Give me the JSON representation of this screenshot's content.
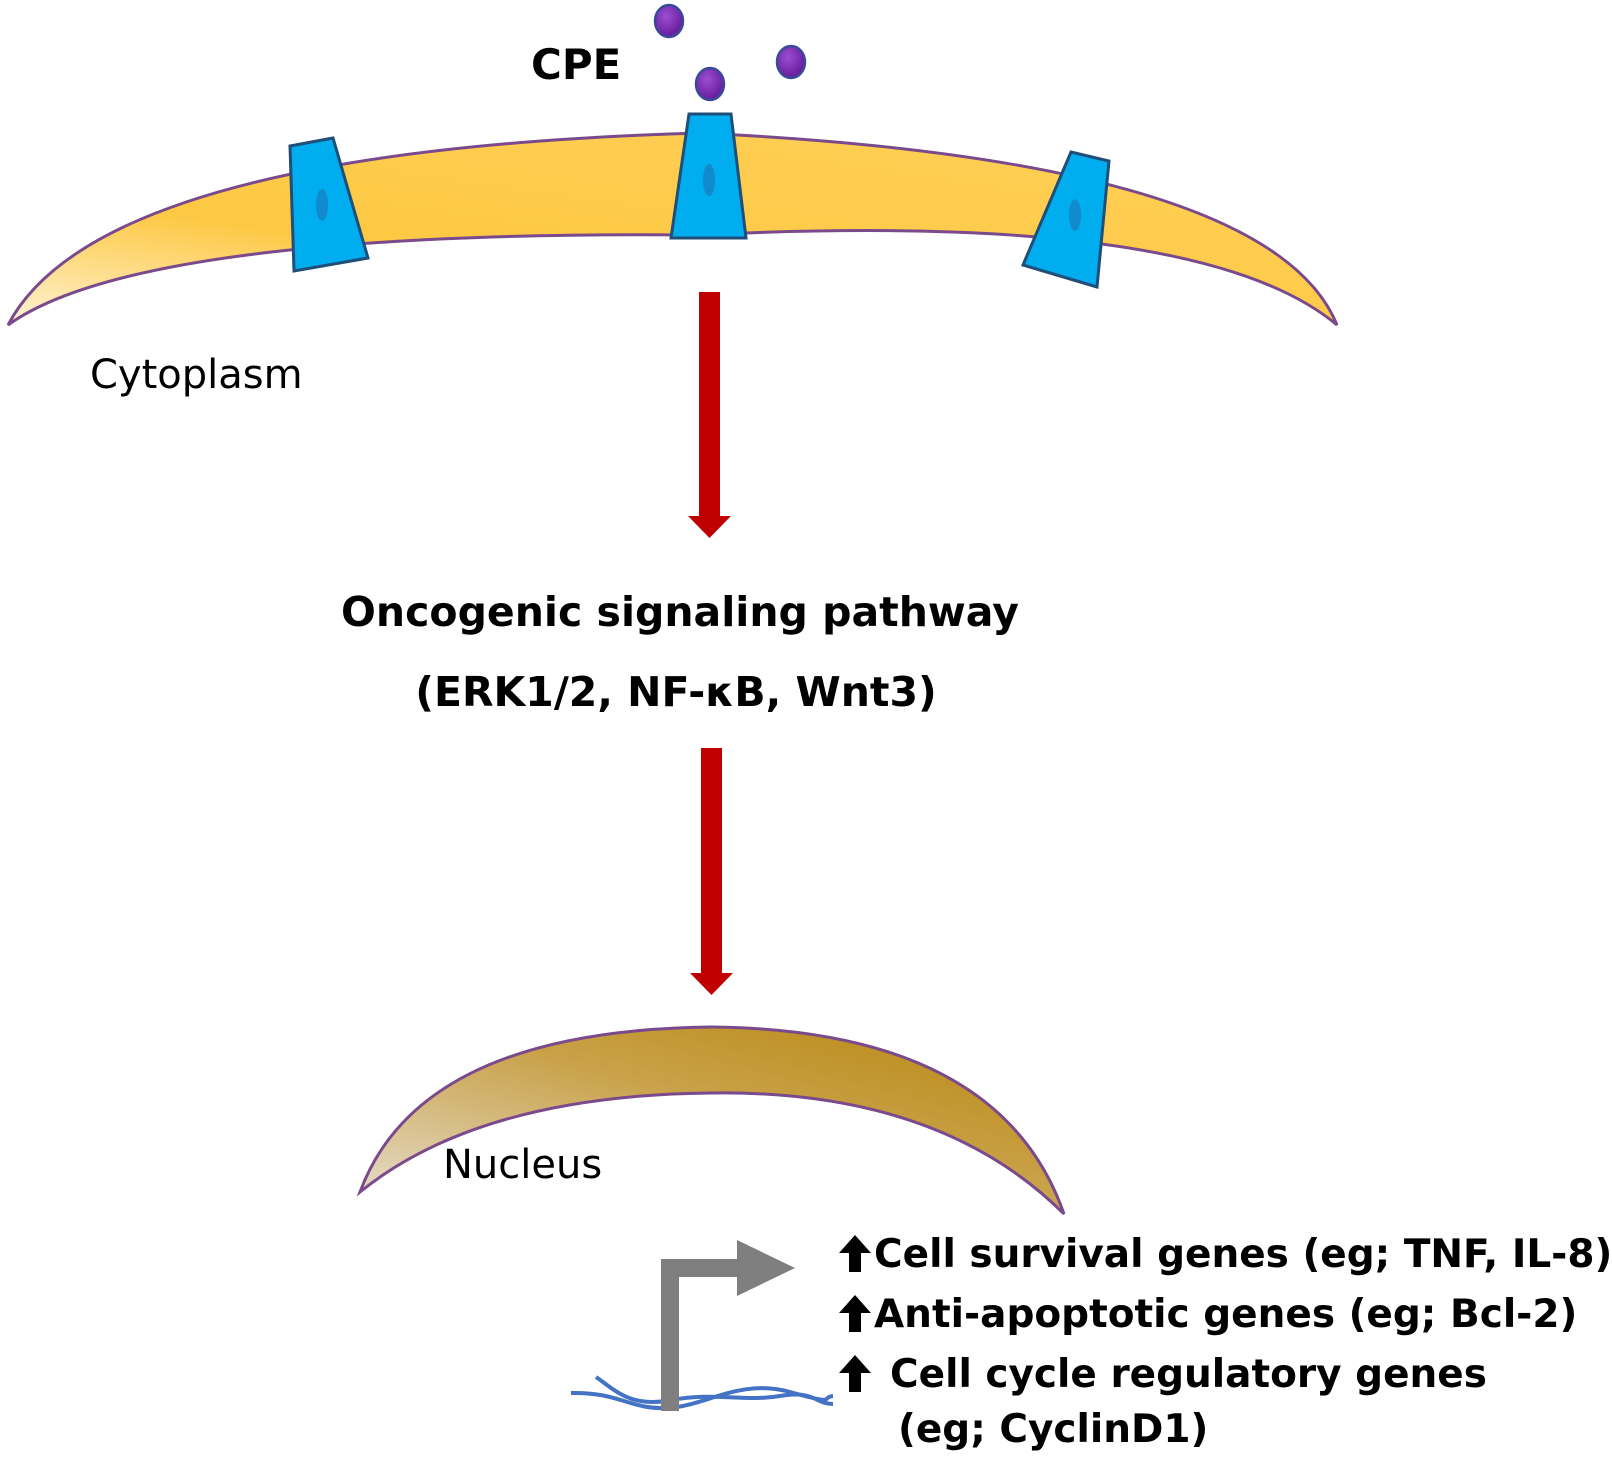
{
  "ligand": {
    "label": "CPE"
  },
  "compartments": {
    "cytoplasm": "Cytoplasm",
    "nucleus": "Nucleus"
  },
  "pathway": {
    "title": "Oncogenic signaling pathway",
    "members": "(ERK1/2, NF-κB, Wnt3)"
  },
  "gene_effects": [
    {
      "direction": "up",
      "text": "Cell survival genes (eg; TNF, IL-8)"
    },
    {
      "direction": "up",
      "text": "Anti-apoptotic genes (eg; Bcl-2)"
    },
    {
      "direction": "up",
      "text": "Cell cycle regulatory genes"
    }
  ],
  "gene_effects_continuation": "(eg; CyclinD1)",
  "colors": {
    "membrane_fill": "#fdc843",
    "membrane_stroke": "#7a4a8c",
    "receptor_fill": "#00aeef",
    "receptor_stroke": "#1f4e79",
    "ligand_dot": "#7030a0",
    "arrow_red": "#c00000",
    "nucleus_fill": "#c9a227",
    "promoter_arrow": "#7f7f7f",
    "dna": "#4472c4"
  }
}
